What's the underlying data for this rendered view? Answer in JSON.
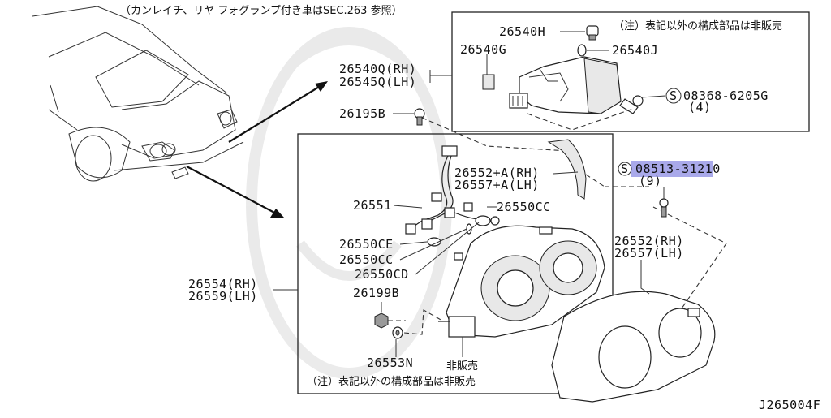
{
  "note_top": "（カンレイチ、リヤ フォグランプ付き車はSEC.263 参照）",
  "note_not_sold": "（注）表記以外の構成部品は非販売",
  "note_not_sold_lower": "（注）表記以外の構成部品は非販売",
  "label_not_sold": "非販売",
  "diagram_id": "J265004F",
  "parts": {
    "p26540H": "26540H",
    "p26540G": "26540G",
    "p26540J": "26540J",
    "p26540Q": "26540Q(RH)",
    "p26545Q": "26545Q(LH)",
    "screw_08368": "08368-6205G",
    "screw_08368_qty": "(4)",
    "p26195B": "26195B",
    "p26552A": "26552+A(RH)",
    "p26557A": "26557+A(LH)",
    "p26551": "26551",
    "p26550CC_a": "26550CC",
    "p26550CE": "26550CE",
    "p26550CC_b": "26550CC",
    "p26550CD": "26550CD",
    "p26554": "26554(RH)",
    "p26559": "26559(LH)",
    "p26199B": "26199B",
    "p26553N": "26553N",
    "screw_08513": "08513-31210",
    "screw_08513_qty": "(9)",
    "p26552": "26552(RH)",
    "p26557": "26557(LH)"
  },
  "symbols": {
    "screw_symbol": "S",
    "highlight_color": "#9a9ae6"
  }
}
